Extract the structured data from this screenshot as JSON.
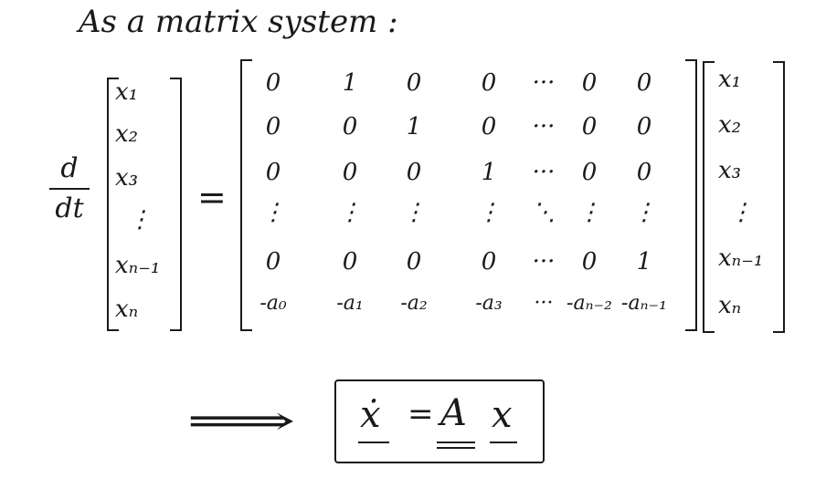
{
  "title": "As a matrix system :",
  "derivative": {
    "num": "d",
    "den": "dt"
  },
  "equals": "=",
  "x_vector": [
    "x₁",
    "x₂",
    "x₃",
    "⋮",
    "xₙ₋₁",
    "xₙ"
  ],
  "matrix_rows": [
    [
      "0",
      "1",
      "0",
      "0",
      "···",
      "0",
      "0"
    ],
    [
      "0",
      "0",
      "1",
      "0",
      "···",
      "0",
      "0"
    ],
    [
      "0",
      "0",
      "0",
      "1",
      "···",
      "0",
      "0"
    ],
    [
      "⋮",
      "⋮",
      "⋮",
      "⋮",
      "⋱",
      "⋮",
      "⋮"
    ],
    [
      "0",
      "0",
      "0",
      "0",
      "···",
      "0",
      "1"
    ],
    [
      "-a₀",
      "-a₁",
      "-a₂",
      "-a₃",
      "···",
      "-aₙ₋₂",
      "-aₙ₋₁"
    ]
  ],
  "implies": "⟹",
  "result": {
    "xdot": "ẋ",
    "eq": "=",
    "A": "A",
    "x": "x"
  }
}
